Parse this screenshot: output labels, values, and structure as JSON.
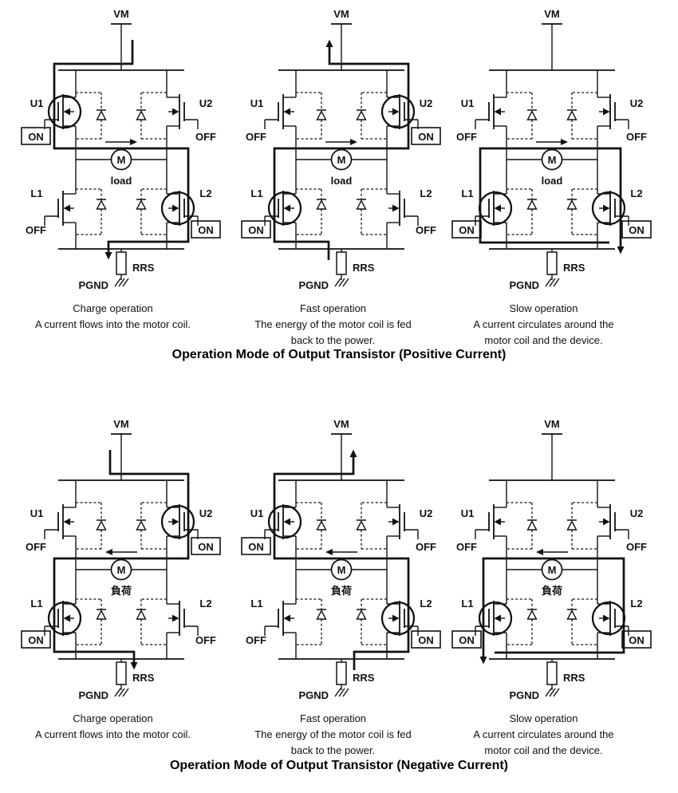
{
  "page": {
    "bg": "#ffffff",
    "ink": "#111111"
  },
  "sections": [
    {
      "id": "positive",
      "title": "Operation Mode of Output Transistor (Positive Current)",
      "load_label": "load",
      "current_direction": "right",
      "mirror": false,
      "shared_labels": {
        "vm": "VM",
        "pgnd": "PGND",
        "rrs": "RRS",
        "motor": "M",
        "u1": "U1",
        "u2": "U2",
        "l1": "L1",
        "l2": "L2"
      },
      "cells": [
        {
          "id": "charge-positive",
          "caption_title": "Charge operation",
          "caption_body": "A current flows into the motor coil.",
          "states": {
            "u1": "ON",
            "u2": "OFF",
            "l1": "OFF",
            "l2": "ON"
          },
          "circled": [
            "u1",
            "l2"
          ],
          "path": "charge"
        },
        {
          "id": "fast-positive",
          "caption_title": "Fast operation",
          "caption_body": "The energy of the motor coil is fed\nback to the power.",
          "states": {
            "u1": "OFF",
            "u2": "ON",
            "l1": "ON",
            "l2": "OFF"
          },
          "circled": [
            "u2",
            "l1"
          ],
          "path": "fast"
        },
        {
          "id": "slow-positive",
          "caption_title": "Slow operation",
          "caption_body": "A current circulates around the\nmotor coil and the device.",
          "states": {
            "u1": "OFF",
            "u2": "OFF",
            "l1": "ON",
            "l2": "ON"
          },
          "circled": [
            "l1",
            "l2"
          ],
          "path": "slow"
        }
      ]
    },
    {
      "id": "negative",
      "title": "Operation Mode of Output Transistor (Negative Current)",
      "load_label": "負荷",
      "current_direction": "left",
      "mirror": true,
      "shared_labels": {
        "vm": "VM",
        "pgnd": "PGND",
        "rrs": "RRS",
        "motor": "M",
        "u1": "U1",
        "u2": "U2",
        "l1": "L1",
        "l2": "L2"
      },
      "cells": [
        {
          "id": "charge-negative",
          "caption_title": "Charge operation",
          "caption_body": "A current flows into the motor coil.",
          "states": {
            "u1": "OFF",
            "u2": "ON",
            "l1": "ON",
            "l2": "OFF"
          },
          "circled": [
            "u2",
            "l1"
          ],
          "path": "charge"
        },
        {
          "id": "fast-negative",
          "caption_title": "Fast operation",
          "caption_body": "The energy of the motor coil is fed\nback to the power.",
          "states": {
            "u1": "ON",
            "u2": "OFF",
            "l1": "OFF",
            "l2": "ON"
          },
          "circled": [
            "u1",
            "l2"
          ],
          "path": "fast"
        },
        {
          "id": "slow-negative",
          "caption_title": "Slow operation",
          "caption_body": "A current circulates around the\nmotor coil and the device.",
          "states": {
            "u1": "OFF",
            "u2": "OFF",
            "l1": "ON",
            "l2": "ON"
          },
          "circled": [
            "l1",
            "l2"
          ],
          "path": "slow"
        }
      ]
    }
  ]
}
